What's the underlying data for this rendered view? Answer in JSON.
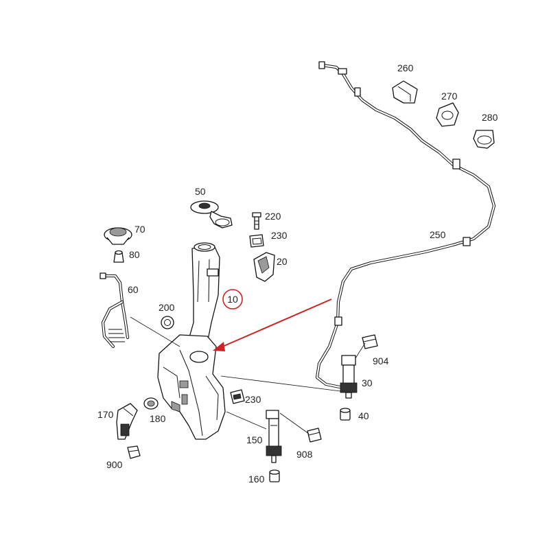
{
  "diagram": {
    "accent_color": "#cc2222",
    "highlighted_part": "10",
    "labels": {
      "p10": "10",
      "p20": "20",
      "p30": "30",
      "p40": "40",
      "p50": "50",
      "p60": "60",
      "p70": "70",
      "p80": "80",
      "p150": "150",
      "p160": "160",
      "p170": "170",
      "p180": "180",
      "p200": "200",
      "p220": "220",
      "p230a": "230",
      "p230b": "230",
      "p250": "250",
      "p260": "260",
      "p270": "270",
      "p280": "280",
      "p900": "900",
      "p904": "904",
      "p908": "908"
    }
  }
}
